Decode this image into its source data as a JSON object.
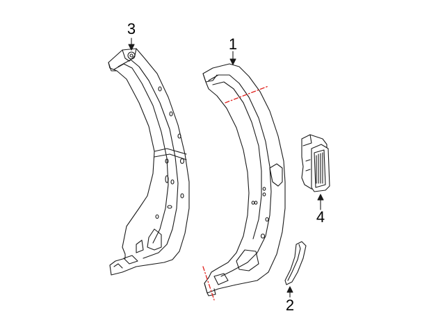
{
  "diagram": {
    "callouts": [
      {
        "id": "1",
        "label": "1"
      },
      {
        "id": "2",
        "label": "2"
      },
      {
        "id": "3",
        "label": "3"
      },
      {
        "id": "4",
        "label": "4"
      }
    ],
    "colors": {
      "line": "#1a1a1a",
      "cut_line": "#e0201c",
      "fill": "#ffffff"
    }
  }
}
